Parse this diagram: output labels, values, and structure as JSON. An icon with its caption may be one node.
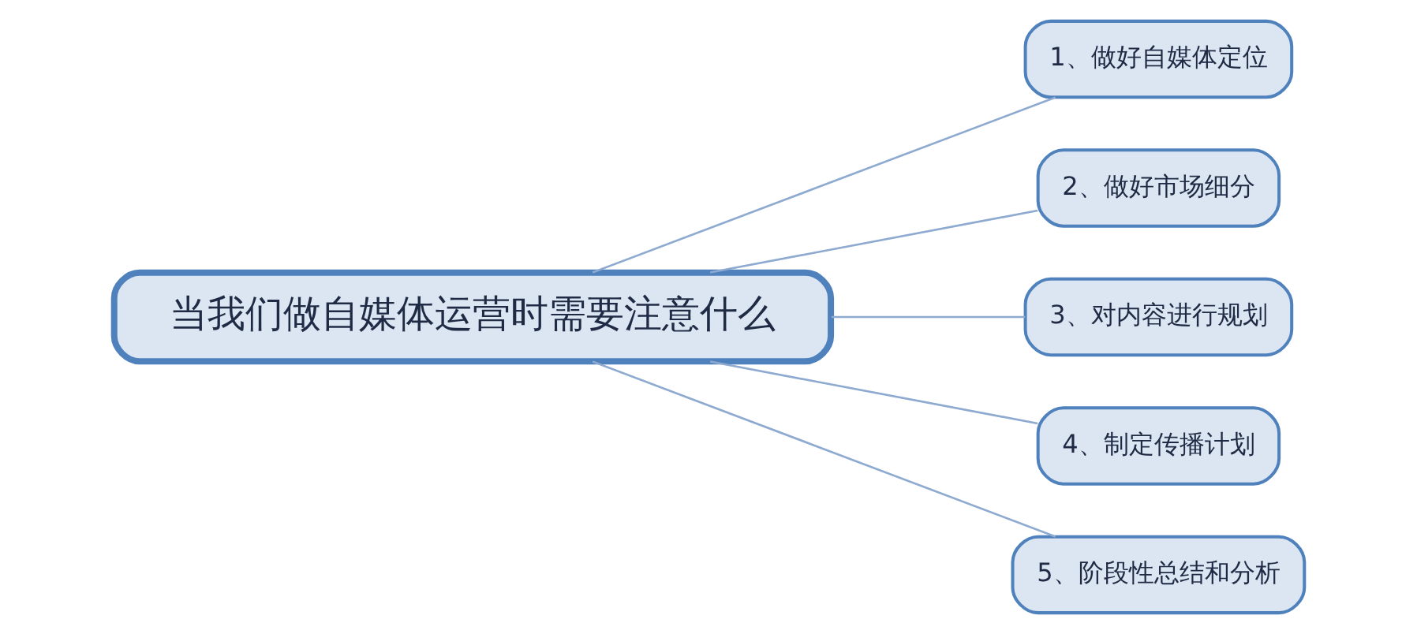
{
  "diagram": {
    "nodes": [
      {
        "text": [
          "当我们做自媒体运营时需要注意什么"
        ]
      },
      {
        "text": [
          "1、做好自媒体定位"
        ]
      },
      {
        "text": [
          "2、做好市场细分"
        ]
      },
      {
        "text": [
          "3、对内容进行规划"
        ]
      },
      {
        "text": [
          "4、制定传播计划"
        ]
      },
      {
        "text": [
          "5、阶段性总结和分析"
        ]
      }
    ],
    "edges": [
      {
        "from": 0,
        "to": 1,
        "arrow": "none"
      },
      {
        "from": 0,
        "to": 2,
        "arrow": "none"
      },
      {
        "from": 0,
        "to": 3,
        "arrow": "none"
      },
      {
        "from": 0,
        "to": 4,
        "arrow": "none"
      },
      {
        "from": 0,
        "to": 5,
        "arrow": "none"
      }
    ]
  }
}
